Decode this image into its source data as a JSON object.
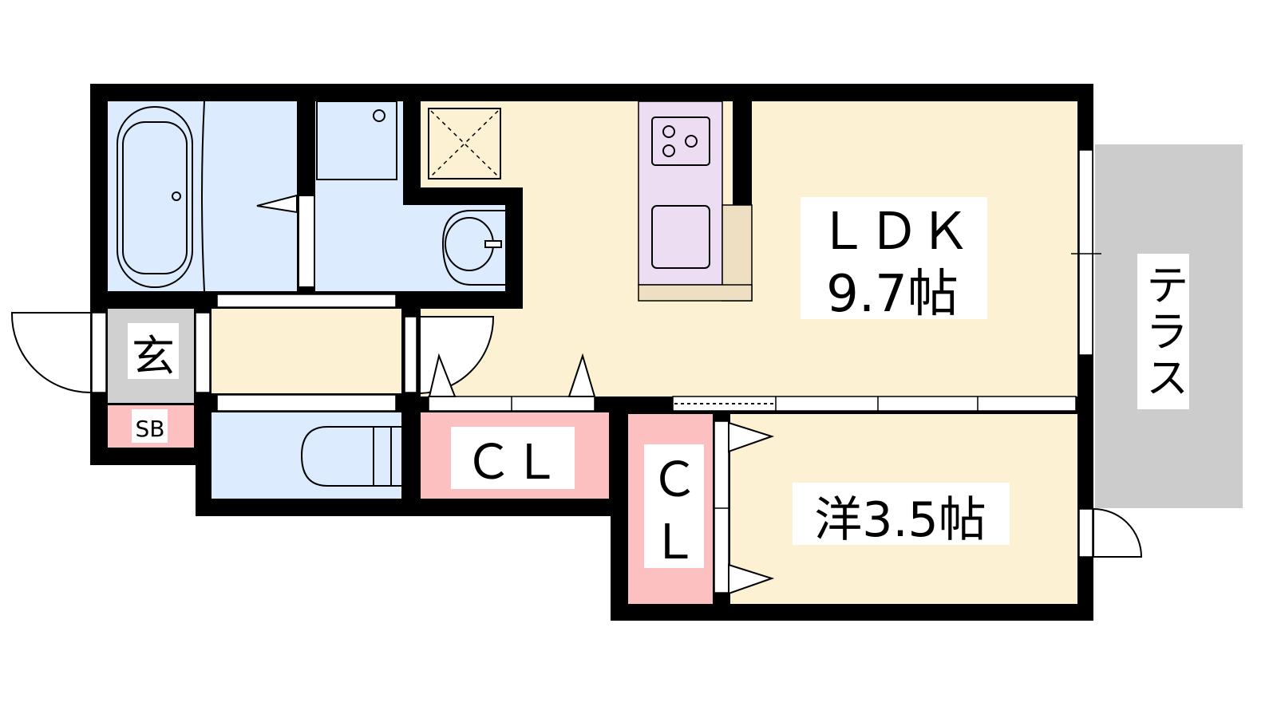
{
  "rooms": {
    "ldk": {
      "name": "ＬＤＫ",
      "size": "9.7帖"
    },
    "western": {
      "label": "洋3.5帖"
    },
    "closet1": {
      "label": "ＣＬ"
    },
    "closet2": {
      "line1": "Ｃ",
      "line2": "Ｌ"
    },
    "entrance": {
      "label": "玄"
    },
    "shoe_box": {
      "label": "SB"
    },
    "terrace": {
      "label": "テラス"
    }
  },
  "colors": {
    "wet_area": "#DCEBFD",
    "living": "#FDF1D4",
    "closet": "#FCC0C0",
    "entrance": "#D0D0D0",
    "kitchen": "#EDDDF3",
    "kitchen_base": "#EEDFC3",
    "terrace": "#CCCCCC",
    "wall": "#000000"
  }
}
